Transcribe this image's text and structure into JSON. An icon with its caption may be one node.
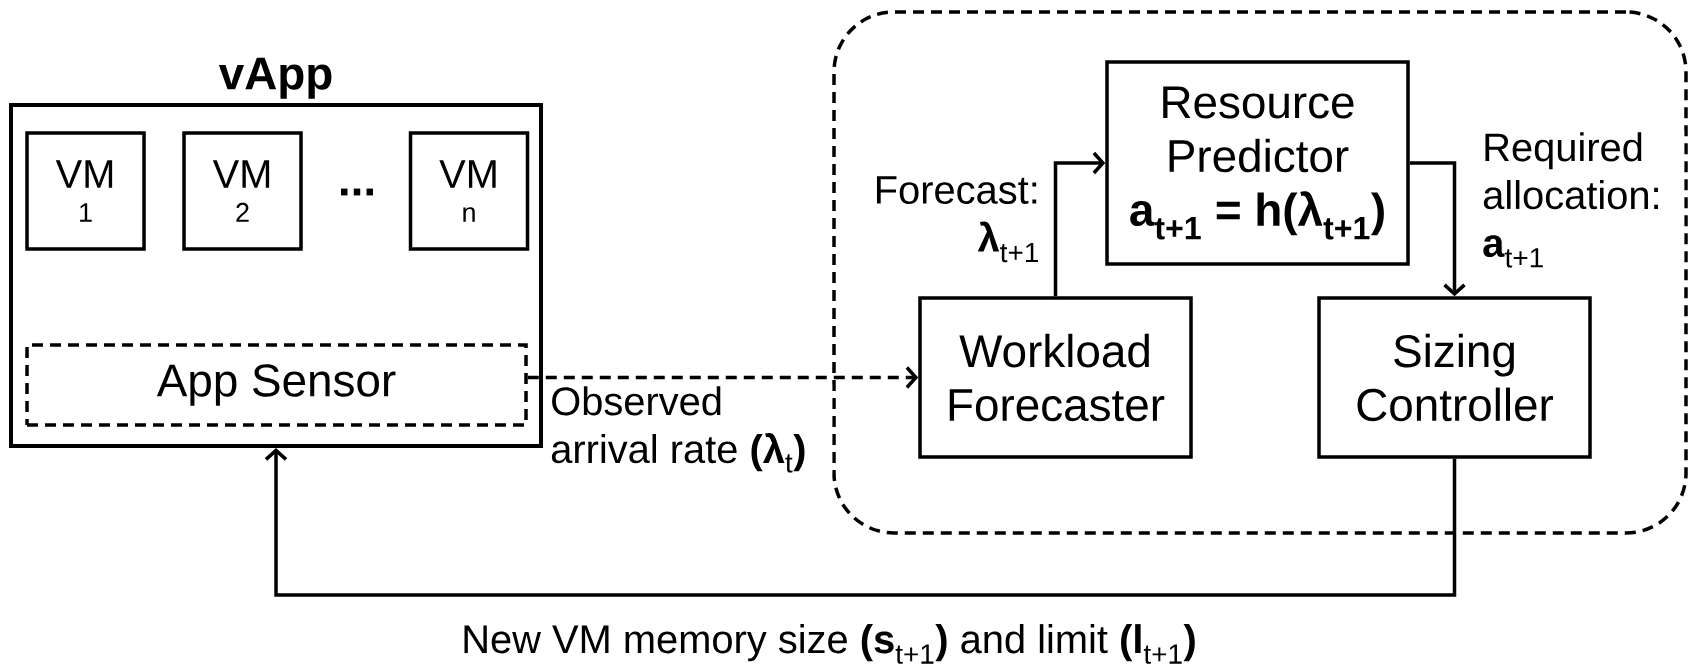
{
  "diagram": {
    "nodes": [
      {
        "text": [
          "vApp"
        ]
      },
      {
        "text": [
          "VM",
          "1"
        ],
        "in": 0
      },
      {
        "text": [
          "VM",
          "2"
        ],
        "in": 0
      },
      {
        "text": [
          "VM",
          "n"
        ],
        "in": 0
      },
      {
        "text": [
          "App Sensor"
        ],
        "in": 0
      },
      {
        "text": [],
        "shape": "box"
      },
      {
        "text": [
          "Resource Predictor",
          "a$_{t+1}$ = h(λ$_{t+1}$)"
        ],
        "in": 5
      },
      {
        "text": [
          "Workload Forecaster"
        ],
        "in": 5
      },
      {
        "text": [
          "Sizing Controller"
        ],
        "in": 5
      }
    ],
    "edges": [
      {
        "from": 4,
        "to": 7,
        "arrow": "to",
        "style": "dashed",
        "label": "Observed arrival rate **(λ**$_{t}$**)**"
      },
      {
        "from": 7,
        "to": 6,
        "arrow": "to",
        "label": "Forecast: **λ**$_{t+1}$"
      },
      {
        "from": 6,
        "to": 8,
        "arrow": "to",
        "label": "Required allocation: **a**$_{t+1}$"
      },
      {
        "from": 8,
        "to": 0,
        "arrow": "to",
        "label": "New VM memory size **(s**$_{t+1}$**)** and limit **(l**$_{t+1}$**)**"
      }
    ],
    "labels": [
      "..."
    ]
  }
}
